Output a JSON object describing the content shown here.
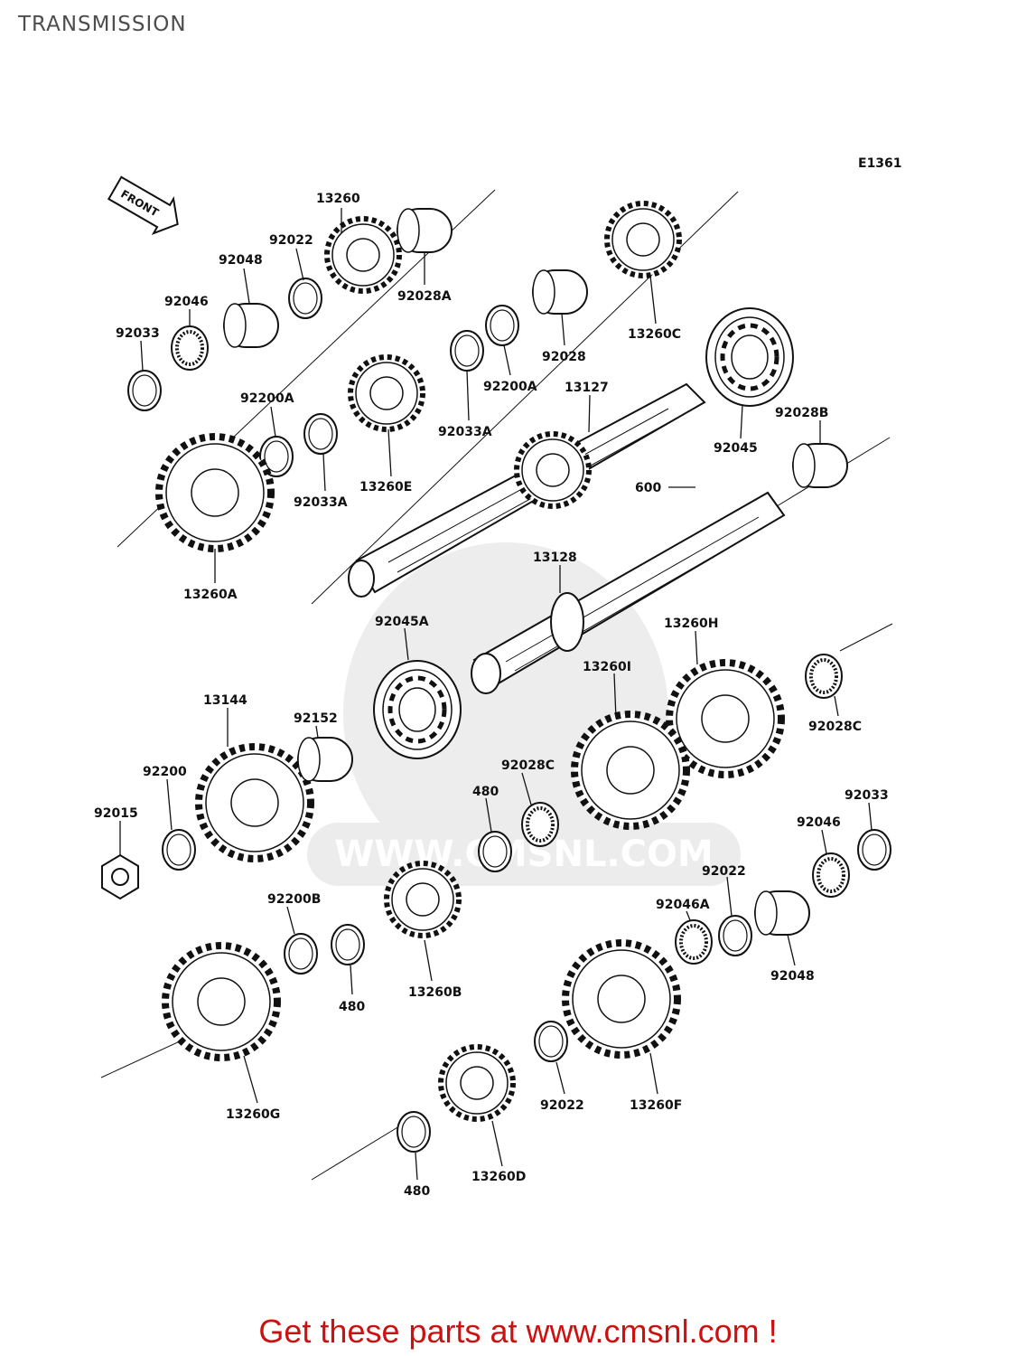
{
  "header": {
    "title": "TRANSMISSION"
  },
  "diagram": {
    "figure_code": "E1361",
    "front_badge": "FRONT",
    "watermark": "WWW.CMSNL.COM",
    "labels": {
      "p13260": "13260",
      "p92022_top": "92022",
      "p92048_top": "92048",
      "p92046_top": "92046",
      "p92033_top": "92033",
      "p92028A": "92028A",
      "p92200A_r": "92200A",
      "p92028": "92028",
      "p13260C": "13260C",
      "p92200A_l": "92200A",
      "p92033A_l": "92033A",
      "p13260E": "13260E",
      "p92033A_r": "92033A",
      "p13127": "13127",
      "p92045": "92045",
      "p92028B": "92028B",
      "p13260A": "13260A",
      "p600": "600",
      "p13128": "13128",
      "p92045A": "92045A",
      "p13260H": "13260H",
      "p13260I": "13260I",
      "p92028C_r": "92028C",
      "p13144": "13144",
      "p92152": "92152",
      "p92200": "92200",
      "p92028C_m": "92028C",
      "p92015": "92015",
      "p480_a": "480",
      "p92033_bot": "92033",
      "p92046_bot": "92046",
      "p92022_mid": "92022",
      "p92200B": "92200B",
      "p92046A": "92046A",
      "p480_b": "480",
      "p13260B": "13260B",
      "p92048_bot": "92048",
      "p13260G": "13260G",
      "p92022_bot": "92022",
      "p13260F": "13260F",
      "p13260D": "13260D",
      "p480_c": "480"
    }
  },
  "footer": {
    "text": "Get these parts at www.cmsnl.com !"
  }
}
